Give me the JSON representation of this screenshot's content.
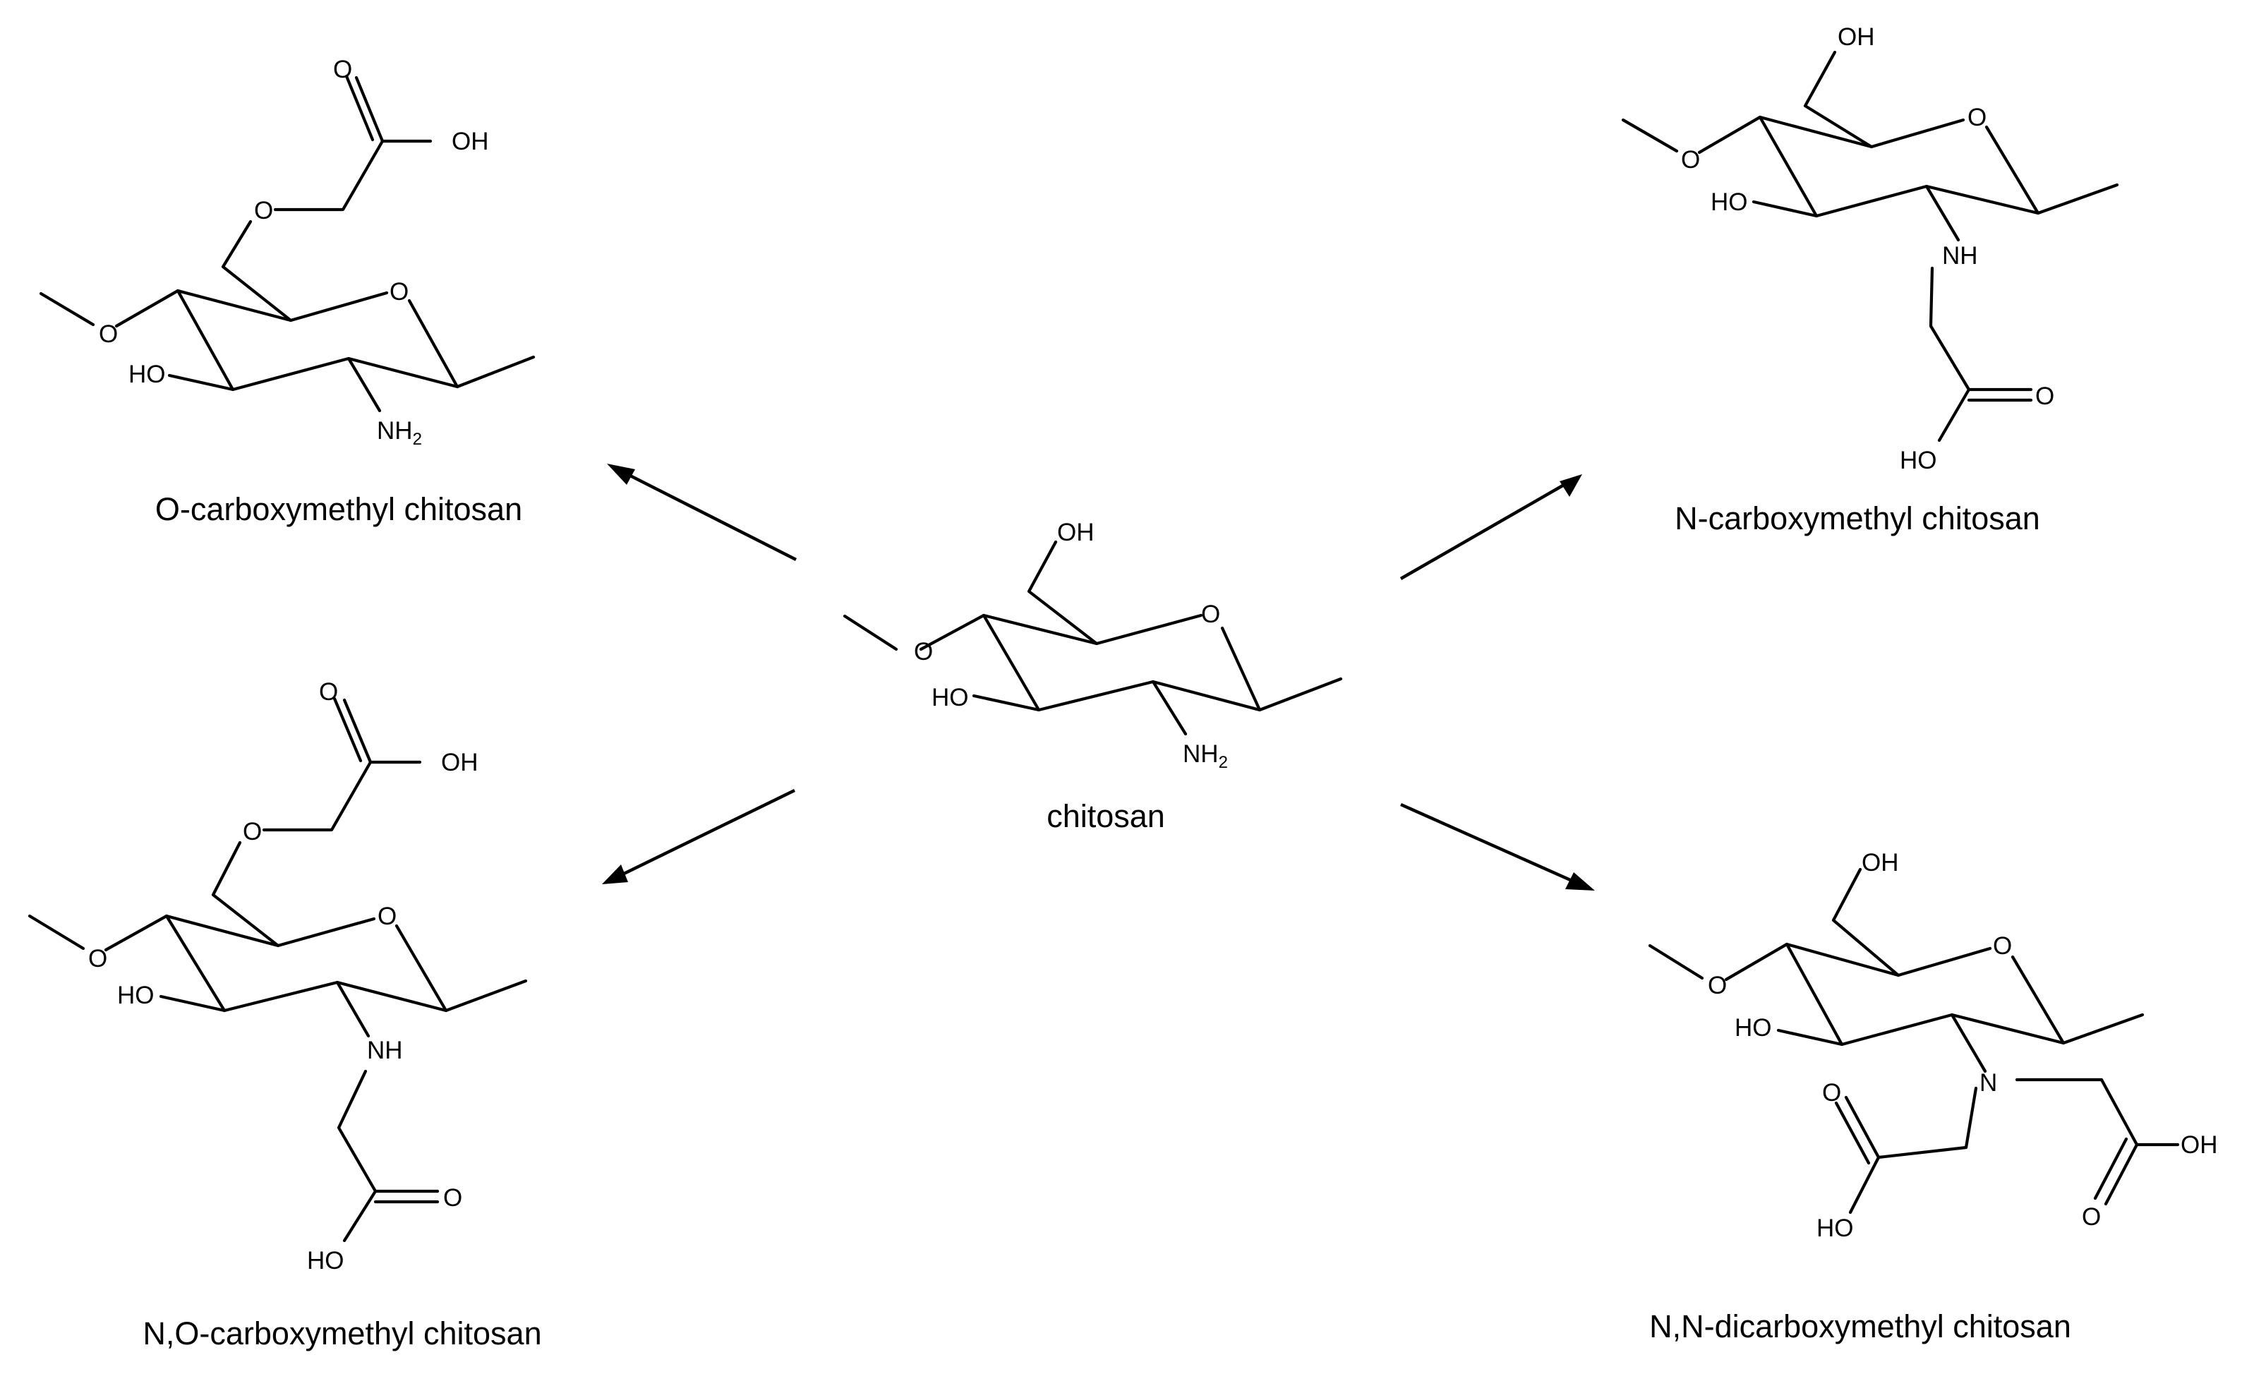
{
  "captions": {
    "center": "chitosan",
    "top_left": "O-carboxymethyl chitosan",
    "top_right": "N-carboxymethyl chitosan",
    "bottom_left": "N,O-carboxymethyl chitosan",
    "bottom_right": "N,N-dicarboxymethyl chitosan"
  },
  "atoms": {
    "O": "O",
    "OH": "OH",
    "HO": "HO",
    "NH": "NH",
    "N": "N",
    "NH2_main": "NH",
    "NH2_sub": "2"
  },
  "arrows": [
    {
      "from": "chitosan",
      "to": "O-carboxymethyl chitosan"
    },
    {
      "from": "chitosan",
      "to": "N-carboxymethyl chitosan"
    },
    {
      "from": "chitosan",
      "to": "N,O-carboxymethyl chitosan"
    },
    {
      "from": "chitosan",
      "to": "N,N-dicarboxymethyl chitosan"
    }
  ]
}
